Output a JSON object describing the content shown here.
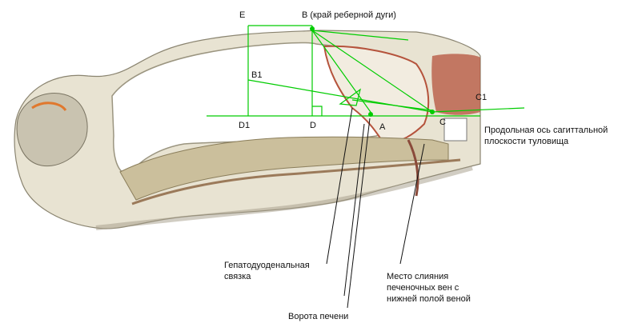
{
  "points": {
    "E": "E",
    "B": "B (край реберной дуги)",
    "B1": "B1",
    "C1": "C1",
    "D1": "D1",
    "D": "D",
    "A": "A",
    "C": "C"
  },
  "annotations": {
    "axis": "Продольная ось сагиттальной плоскости туловища",
    "hepatoduodenal": "Гепатодуоденальная связка",
    "confluence": "Место слияния печеночных вен с нижней полой веной",
    "porta": "Ворота печени"
  },
  "colors": {
    "construction_lines": "#00cc00",
    "tissue": "#d9d4c2",
    "organ_red": "#b5533c",
    "bone": "#cbbf9c"
  }
}
